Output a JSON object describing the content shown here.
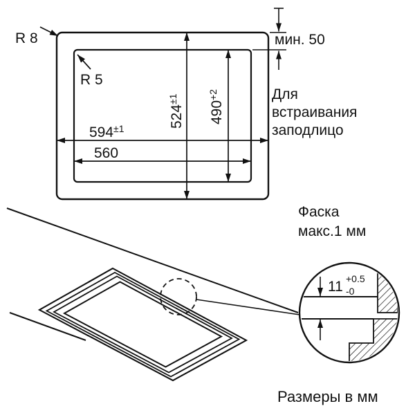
{
  "colors": {
    "ink": "#111111",
    "background": "#ffffff"
  },
  "cutout": {
    "radius_outer_label": "R 8",
    "radius_inner_label": "R 5",
    "min_clearance_label": "мин. 50",
    "outer_width": "594",
    "outer_width_tol": "±1",
    "inner_width": "560",
    "outer_height": "524",
    "outer_height_tol": "±1",
    "inner_height": "490",
    "inner_height_tol": "+2",
    "flush_note_line1": "Для",
    "flush_note_line2": "встраивания",
    "flush_note_line3": "заподлицо"
  },
  "detail": {
    "chamfer_line1": "Фаска",
    "chamfer_line2": "макс.1 мм",
    "depth_value": "11",
    "depth_tol_plus": "+0.5",
    "depth_tol_minus": "-0"
  },
  "footer": {
    "units_label": "Размеры в мм"
  }
}
